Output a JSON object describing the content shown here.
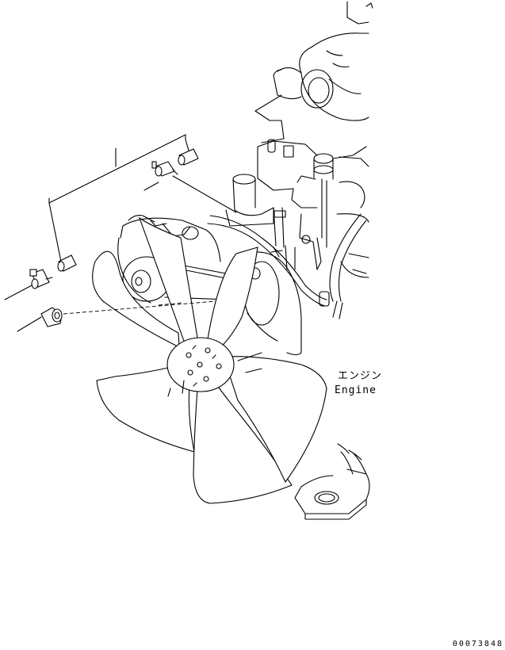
{
  "labels": {
    "engine_jp": "エンジン",
    "engine_en": "Engine",
    "drawing_number": "00073848"
  }
}
